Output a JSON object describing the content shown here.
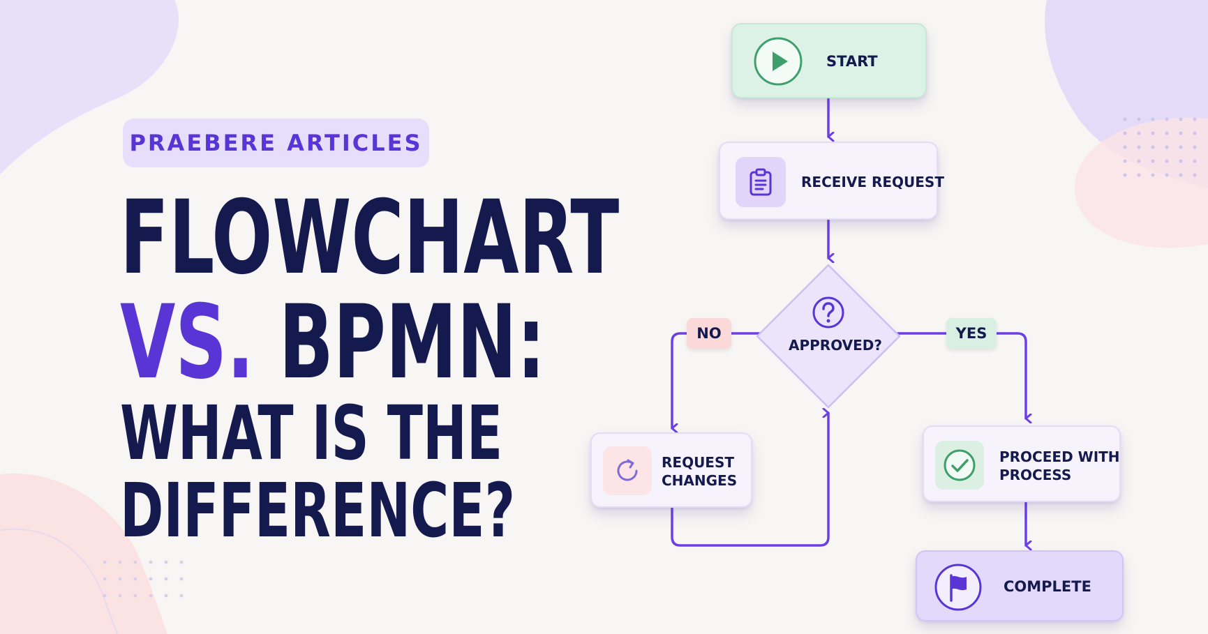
{
  "brand": {
    "label": "PRAEBERE ARTICLES"
  },
  "title": {
    "line1": "FLOWCHART",
    "line2_accent": "VS.",
    "line2_rest": "BPMN:",
    "line3": "WHAT IS THE",
    "line4": "DIFFERENCE?"
  },
  "flow": {
    "start": "START",
    "receive": "RECEIVE REQUEST",
    "decision": "APPROVED?",
    "no": "NO",
    "yes": "YES",
    "request_changes": [
      "REQUEST",
      "CHANGES"
    ],
    "proceed": [
      "PROCEED WITH",
      "PROCESS"
    ],
    "complete": "COMPLETE"
  },
  "colors": {
    "navy": "#141a4e",
    "accent": "#5a35d6",
    "connector": "#6b3ee6",
    "start_fill": "#dcf2e6",
    "node_fill": "#f4f1fd",
    "decision_fill": "#ebe4fb",
    "complete_fill": "#e3dafb",
    "no_tag": "#fbd9d9",
    "yes_tag": "#d8efe2",
    "success": "#3f9f6b",
    "danger_icon": "#e89a9a"
  },
  "icons": {
    "start": "play-icon",
    "receive": "clipboard-icon",
    "decision": "question-icon",
    "request_changes": "refresh-icon",
    "proceed": "check-circle-icon",
    "complete": "flag-icon"
  }
}
